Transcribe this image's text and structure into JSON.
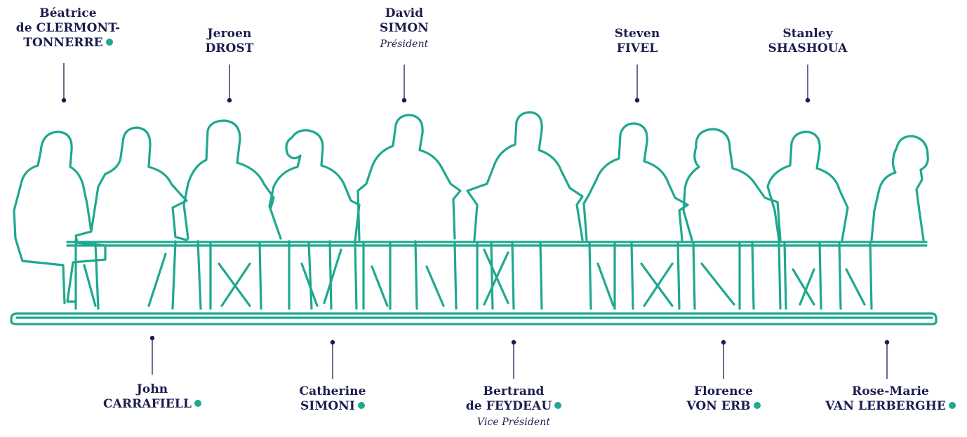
{
  "colors": {
    "navy": "#1b1d4f",
    "teal": "#1fa88f"
  },
  "members": [
    {
      "line1": "Béatrice",
      "line2": "de CLERMONT-",
      "line3": "TONNERRE",
      "role": "",
      "independent": true
    },
    {
      "line1": "John",
      "line2": "CARRAFIELL",
      "line3": "",
      "role": "",
      "independent": true
    },
    {
      "line1": "Jeroen",
      "line2": "DROST",
      "line3": "",
      "role": "",
      "independent": false
    },
    {
      "line1": "Catherine",
      "line2": "SIMONI",
      "line3": "",
      "role": "",
      "independent": true
    },
    {
      "line1": "David",
      "line2": "SIMON",
      "line3": "",
      "role": "Président",
      "independent": false
    },
    {
      "line1": "Bertrand",
      "line2": "de FEYDEAU",
      "line3": "",
      "role": "Vice Président",
      "independent": true
    },
    {
      "line1": "Steven",
      "line2": "FIVEL",
      "line3": "",
      "role": "",
      "independent": false
    },
    {
      "line1": "Florence",
      "line2": "VON ERB",
      "line3": "",
      "role": "",
      "independent": true
    },
    {
      "line1": "Stanley",
      "line2": "SHASHOUA",
      "line3": "",
      "role": "",
      "independent": false
    },
    {
      "line1": "Rose-Marie",
      "line2": "VAN LERBERGHE",
      "line3": "",
      "role": "",
      "independent": true
    }
  ]
}
